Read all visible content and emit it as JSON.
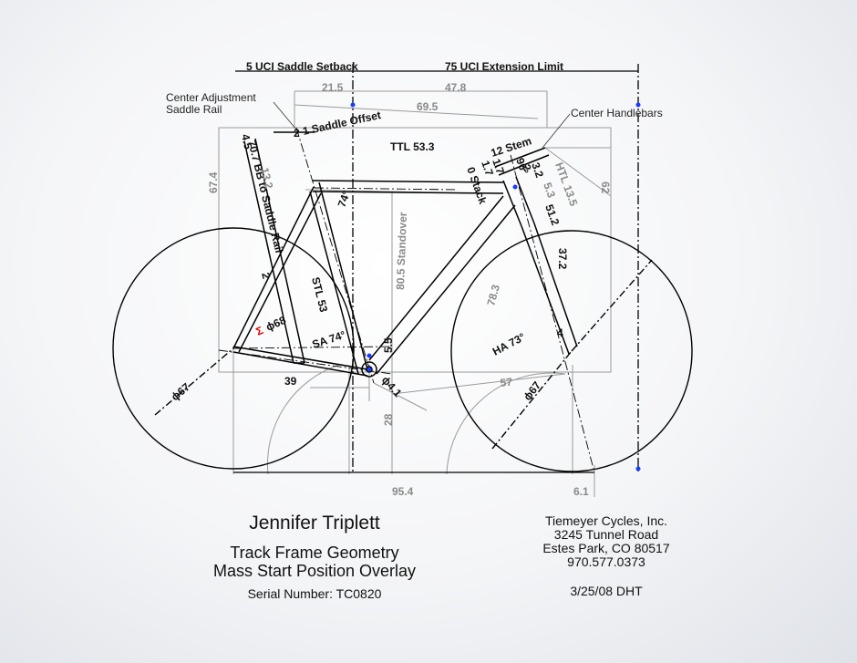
{
  "title_block": {
    "rider_name": "Jennifer Triplett",
    "frame_line1": "Track Frame Geometry",
    "frame_line2": "Mass Start Position Overlay",
    "serial": "Serial Number: TC0820",
    "company": [
      "Tiemeyer Cycles, Inc.",
      "3245 Tunnel Road",
      "Estes Park, CO  80517",
      "970.577.0373"
    ],
    "date_initials": "3/25/08  DHT"
  },
  "callouts": {
    "saddle_setback": "5 UCI Saddle Setback",
    "extension_limit": "75 UCI Extension Limit",
    "center_adjustment_1": "Center Adjustment",
    "center_adjustment_2": "Saddle Rail",
    "center_handlebars": "Center Handlebars"
  },
  "dimensions": {
    "setback_grey": "21.5",
    "extension_grey": "47.8",
    "reach_grey": "69.5",
    "saddle_offset": "1 Saddle Offset",
    "offset_small": "2",
    "saddle_height_small": "4.5",
    "bb_to_saddle": "70.7 BB to Saddle Rail",
    "saddle_stack_grey": "13.2",
    "height_grey": "67.4",
    "ttl": "TTL 53.3",
    "stem": "12 Stem",
    "stack": "0 Stack",
    "stem_angle": "96°",
    "spacer_1": "1.7",
    "spacer_2": "1.7",
    "headset": "3.2",
    "spacer_3": "2",
    "htl_grey": "HTL 13.5",
    "head_grey_small": "5.3",
    "head_len": "51.2",
    "bar_height_grey": "62",
    "seat_angle_top": "74°",
    "standover": "80.5 Standover",
    "stl": "STL 53",
    "sa": "SA 74°",
    "seat_tube_small": "2",
    "chainstay_sigma": "Σ",
    "chainstay_dia": "ϕ68",
    "bb_drop": "5.5",
    "fork_length": "37.2",
    "down_tube_grey": "78.3",
    "ha": "HA 73°",
    "fork_offset": "4",
    "rear_wheel": "ϕ67",
    "front_wheel": "ϕ67",
    "chainstay": "39",
    "front_center_grey": "57",
    "bb_shell": "ϕ4.1",
    "bb_height": "28",
    "wheelbase": "95.4",
    "toe_overlap": "6.1"
  }
}
